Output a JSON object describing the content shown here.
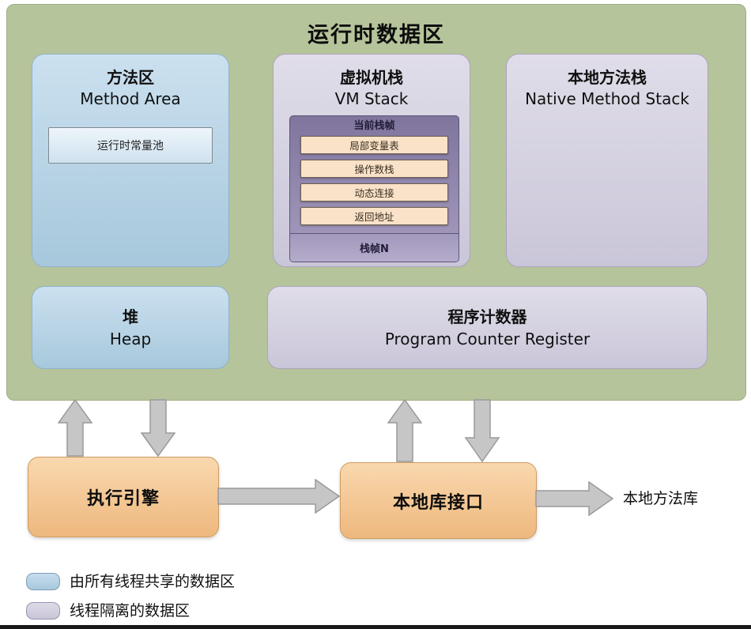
{
  "diagram": {
    "title": "运行时数据区",
    "method_area": {
      "title_zh": "方法区",
      "title_en": "Method Area",
      "runtime_constant_pool": "运行时常量池"
    },
    "vm_stack": {
      "title_zh": "虚拟机栈",
      "title_en": "VM Stack",
      "current_frame_label": "当前栈帧",
      "frame_items": [
        "局部变量表",
        "操作数栈",
        "动态连接",
        "返回地址"
      ],
      "frame_n_label": "栈帧N"
    },
    "native_method_stack": {
      "title_zh": "本地方法栈",
      "title_en": "Native Method Stack"
    },
    "heap": {
      "title_zh": "堆",
      "title_en": "Heap"
    },
    "program_counter": {
      "title_zh": "程序计数器",
      "title_en": "Program Counter Register"
    },
    "execution_engine_label": "执行引擎",
    "native_interface_label": "本地库接口",
    "native_library_label": "本地方法库",
    "legend": [
      {
        "label": "由所有线程共享的数据区",
        "swatch": "blue"
      },
      {
        "label": "线程隔离的数据区",
        "swatch": "lavender"
      }
    ],
    "colors": {
      "runtime_area_bg": "#b6c49b",
      "shared_box_blue": "#b4d2e5",
      "isolated_box_lavender": "#d6d2e1",
      "stack_frame_purple": "#8c82a6",
      "frame_item_peach": "#f9e2c8",
      "engine_box_orange": "#f4c793",
      "arrow_gray": "#c6c6c6"
    }
  }
}
